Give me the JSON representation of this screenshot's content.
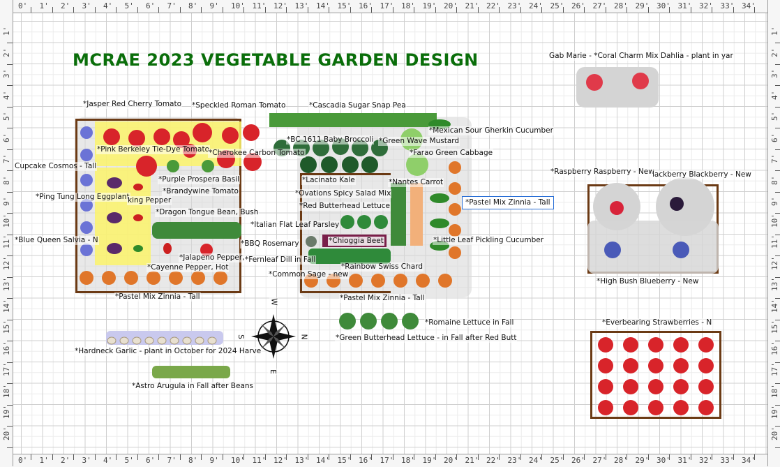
{
  "title": "MCRAE 2023 VEGETABLE GARDEN DESIGN",
  "ruler": {
    "top_labels": [
      "0'",
      "1'",
      "2'",
      "3'",
      "4'",
      "5'",
      "6'",
      "7'",
      "8'",
      "9'",
      "10'",
      "11'",
      "12'",
      "13'",
      "14'",
      "15'",
      "16'",
      "17'",
      "18'",
      "19'",
      "20'",
      "21'",
      "22'",
      "23'",
      "24'",
      "25'",
      "26'",
      "27'",
      "28'",
      "29'",
      "30'",
      "31'",
      "32'",
      "33'",
      "34'"
    ],
    "side_labels": [
      "1'",
      "2'",
      "3'",
      "4'",
      "5'",
      "6'",
      "7'",
      "8'",
      "9'",
      "10'",
      "11'",
      "12'",
      "13'",
      "14'",
      "15'",
      "16'",
      "17'",
      "18'",
      "19'",
      "20'"
    ]
  },
  "compass": {
    "n": "N",
    "s": "S",
    "e": "E",
    "w": "W"
  },
  "labels": {
    "gab_marie": "Gab Marie - *Coral Charm Mix Dahlia - plant in yar",
    "jasper": "*Jasper Red Cherry Tomato",
    "speckled": "*Speckled Roman Tomato",
    "cascadia": "*Cascadia Sugar Snap Pea",
    "mexican_sour": "*Mexican Sour Gherkin Cucumber",
    "bc1611": "*BC 1611 Baby Broccoli",
    "green_wave": "*Green Wave Mustard",
    "pink_berkeley": "*Pink Berkeley Tie-Dye Tomato",
    "cherokee": "*Cherokee Carbon Tomato",
    "farao": "*Farao Green Cabbage",
    "cupcake": "Cupcake Cosmos - Tall",
    "purple_prospera": "*Purple Prospera Basil",
    "lacinato": "*Lacinato Kale",
    "nantes": "*Nantes Carrot",
    "raspberry": "*Raspberry Raspberry - New",
    "blackberry": "lackberry Blackberry - New",
    "brandywine": "*Brandywine Tomato",
    "ovations": "*Ovations Spicy Salad Mix",
    "ping_tung": "*Ping Tung Long Eggplant",
    "king_pepper": "king Pepper",
    "pastel_selected": "*Pastel Mix Zinnia - Tall",
    "red_butterhead": "*Red Butterhead Lettuce",
    "dragon_tongue": "*Dragon Tongue Bean, Bush",
    "italian_parsley": "*Italian Flat Leaf Parsley",
    "blue_queen": "*Blue Queen Salvia - N",
    "bbq_rosemary": "*BBQ Rosemary",
    "chioggia": "*Chioggia Beet",
    "little_leaf": "*Little Leaf Pickling Cucumber",
    "jalapeno": "*Jalapeno Pepper,",
    "fernleaf": "*Fernleaf Dill in Fall",
    "cayenne": "*Cayenne Pepper, Hot",
    "rainbow_chard": "*Rainbow Swiss Chard",
    "common_sage": "*Common Sage - new",
    "high_bush": "*High Bush Blueberry - New",
    "pastel_left": "*Pastel Mix Zinnia - Tall",
    "pastel_center": "*Pastel Mix Zinnia - Tall",
    "romaine": "*Romaine Lettuce in Fall",
    "everbearing": "*Everbearing Strawberries - N",
    "green_butterhead": "*Green Butterhead Lettuce - in Fall after Red Butt",
    "hardneck": "*Hardneck Garlic - plant in October for 2024 Harve",
    "astro": "*Astro Arugula in Fall after Beans"
  },
  "colors": {
    "title": "#0a6e0a",
    "bed_border": "#6b3a14",
    "selection": "#2a6fd6",
    "tomato": "#d8242a",
    "zinnia": "#e0762a"
  }
}
